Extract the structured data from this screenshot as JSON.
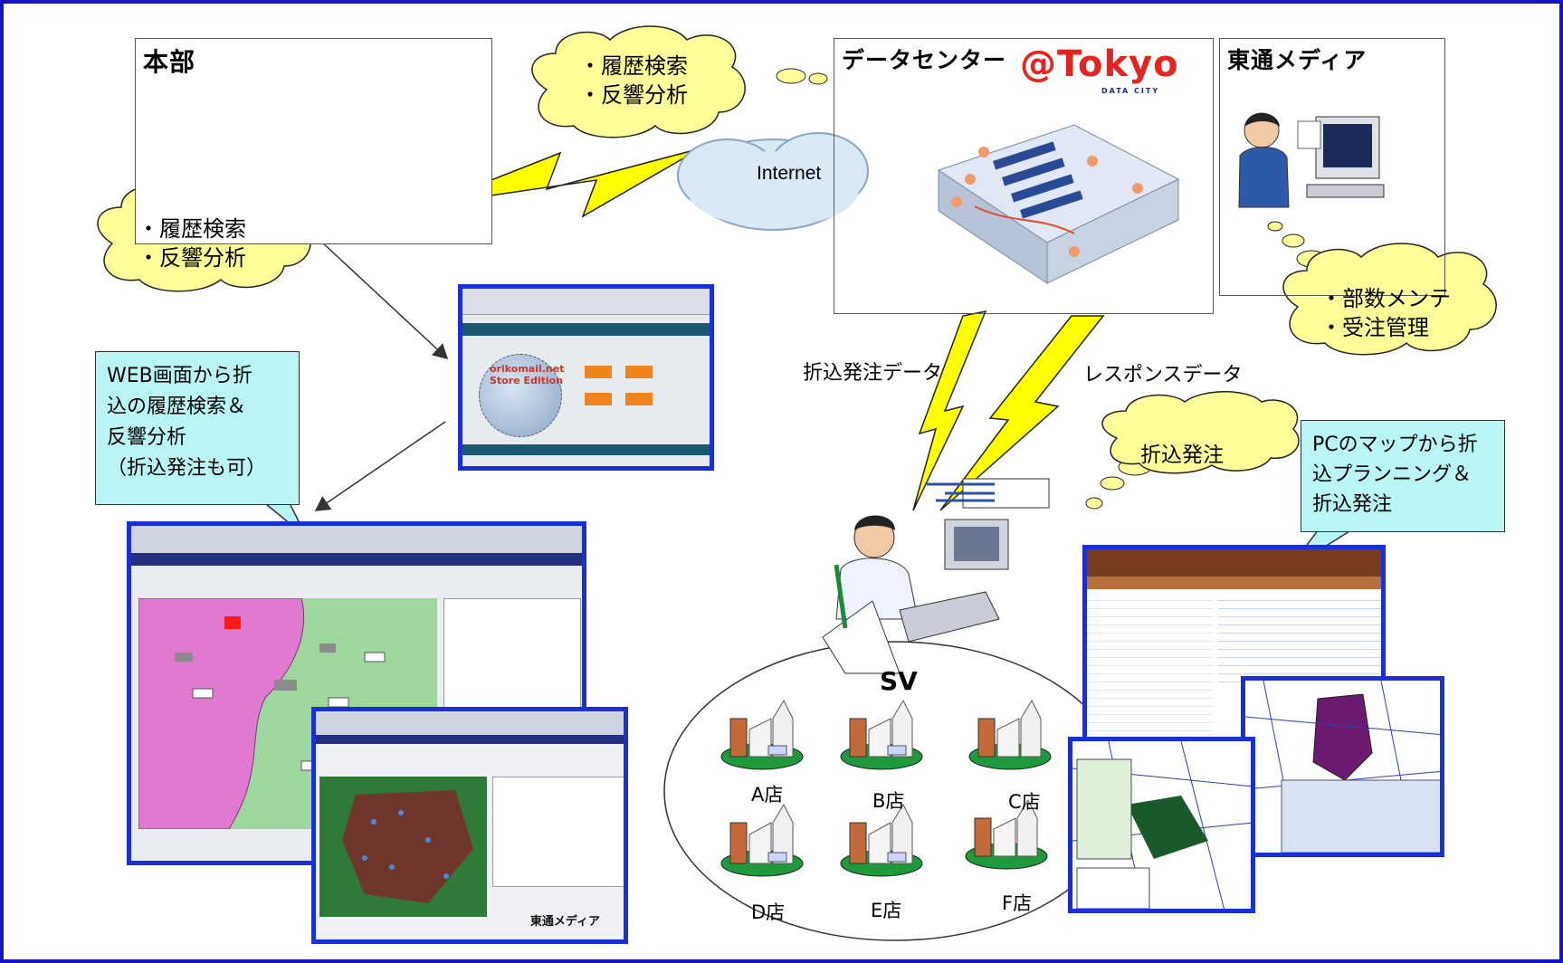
{
  "boxes": {
    "hq_title": "本部",
    "datacenter_title": "データセンター",
    "datacenter_logo": "@Tokyo",
    "datacenter_logo_sub": "DATA CITY",
    "toutsu_title": "東通メディア"
  },
  "clouds": {
    "hq_thought_1": "・履歴検索",
    "hq_thought_2": "・反響分析",
    "top_thought_1": "・履歴検索",
    "top_thought_2": "・反響分析",
    "toutsu_thought_1": "・部数メンテ",
    "toutsu_thought_2": "・受注管理",
    "sv_thought": "折込発注",
    "internet": "Internet"
  },
  "notes": {
    "web_note_lines": [
      "WEB画面から折",
      "込の履歴検索＆",
      "反響分析",
      "（折込発注も可）"
    ],
    "pc_note_lines": [
      "PCのマップから折",
      "込プランニング＆",
      "折込発注"
    ]
  },
  "links": {
    "order_data": "折込発注データ",
    "response_data": "レスポンスデータ"
  },
  "sv": {
    "label": "SV",
    "stores": [
      "A店",
      "B店",
      "C店",
      "D店",
      "E店",
      "F店"
    ]
  },
  "screens": {
    "web_logo_1": "orikomail.net",
    "web_logo_2": "Store Edition",
    "footer_brand": "東通メディア"
  },
  "colors": {
    "frame": "#1515c8",
    "bolt": "#ffff00",
    "thought_cloud": "#ffff99",
    "note": "#b9f5f5",
    "store_base": "#1e9a3c",
    "map_pink": "#e07ad0",
    "map_green": "#9dd79b"
  }
}
